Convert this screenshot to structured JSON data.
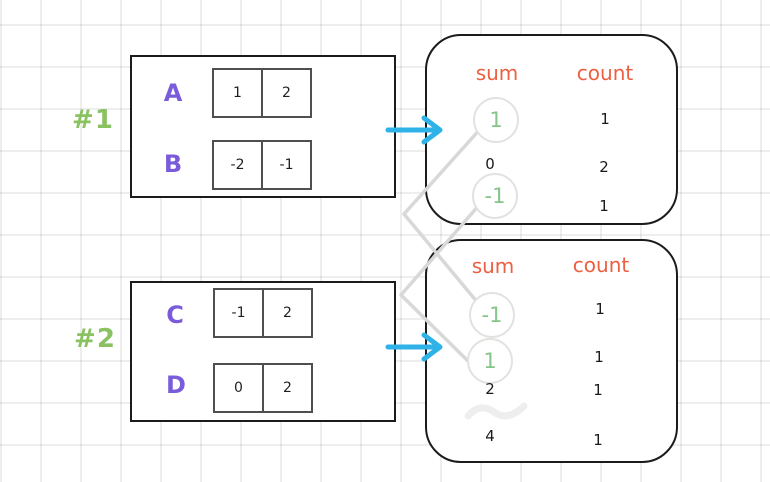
{
  "diagram": {
    "examples": [
      {
        "tag": "#1",
        "arrays": [
          {
            "name": "A",
            "cells": [
              "1",
              "2"
            ]
          },
          {
            "name": "B",
            "cells": [
              "-2",
              "-1"
            ]
          }
        ],
        "result": {
          "sum_header": "sum",
          "count_header": "count",
          "rows": [
            {
              "sum": "1",
              "count": "1",
              "highlighted": true
            },
            {
              "sum": "0",
              "count": "2",
              "highlighted": false
            },
            {
              "sum": "-1",
              "count": "1",
              "highlighted": true
            }
          ]
        }
      },
      {
        "tag": "#2",
        "arrays": [
          {
            "name": "C",
            "cells": [
              "-1",
              "2"
            ]
          },
          {
            "name": "D",
            "cells": [
              "0",
              "2"
            ]
          }
        ],
        "result": {
          "sum_header": "sum",
          "count_header": "count",
          "rows": [
            {
              "sum": "-1",
              "count": "1",
              "highlighted": true
            },
            {
              "sum": "1",
              "count": "1",
              "highlighted": true
            },
            {
              "sum": "2",
              "count": "1",
              "highlighted": false
            },
            {
              "sum": "4",
              "count": "1",
              "highlighted": false
            }
          ]
        }
      }
    ],
    "colors": {
      "example_label_green": "#8ac262",
      "array_name_purple": "#7a5cdb",
      "header_orange": "#ec5f41",
      "highlight_green": "#85c588",
      "arrow_cyan": "#2eb2e8",
      "connector_gray": "#d8d8d8",
      "box_border_black": "#1b1b1b",
      "cell_border_gray": "#4f4f4f"
    }
  }
}
